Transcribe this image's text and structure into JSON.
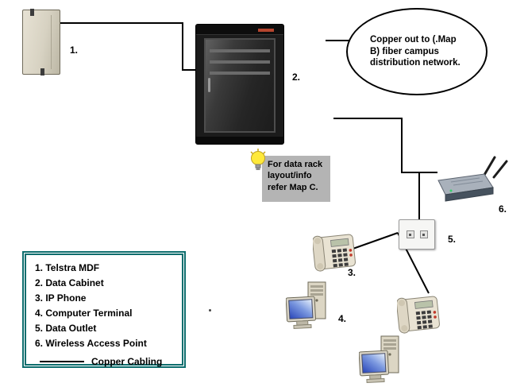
{
  "diagram": {
    "callouts": {
      "copper_out": "Copper out to (.Map B) fiber campus distribution network.",
      "rack_note": "For data rack layout/info refer Map C."
    },
    "labels": {
      "mdf": "1.",
      "cabinet": "2.",
      "ip_phone": "3.",
      "computer": "4.",
      "outlet": "5.",
      "wap": "6."
    },
    "legend": {
      "items": [
        "1. Telstra MDF",
        "2. Data Cabinet",
        "3. IP Phone",
        "4. Computer Terminal",
        "5. Data Outlet",
        "6. Wireless Access Point"
      ],
      "cable_label": "Copper Cabling"
    },
    "icons": [
      "telstra-mdf-box",
      "data-cabinet",
      "ip-phone",
      "computer-terminal",
      "data-outlet",
      "wireless-access-point",
      "lightbulb-icon"
    ],
    "colors": {
      "wire": "#000000",
      "legend_border": "#0e6e6e",
      "note_bg": "#b4b4b4",
      "bulb": "#ffe93a",
      "screen_blue": "#2744b8"
    }
  }
}
